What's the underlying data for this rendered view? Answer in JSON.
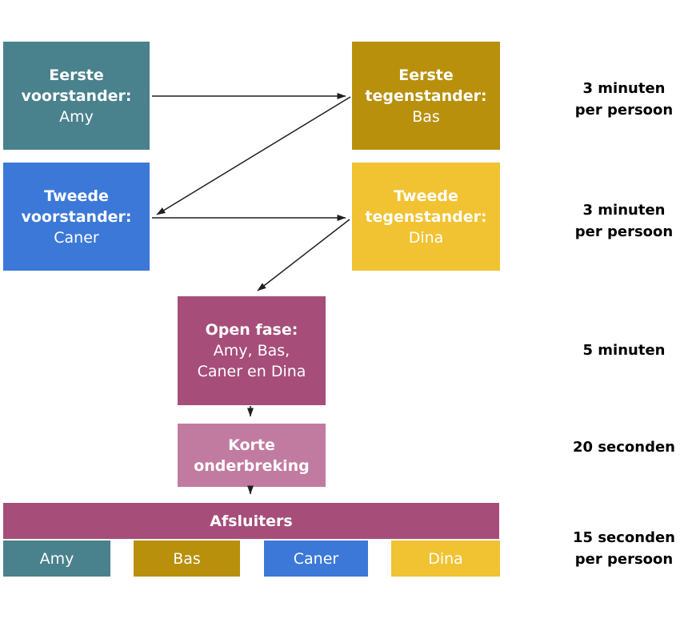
{
  "boxes": {
    "eerste_voorstander": {
      "role": "Eerste voorstander:",
      "name": "Amy"
    },
    "eerste_tegenstander": {
      "role": "Eerste tegenstander:",
      "name": "Bas"
    },
    "tweede_voorstander": {
      "role": "Tweede voorstander:",
      "name": "Caner"
    },
    "tweede_tegenstander": {
      "role": "Tweede tegenstander:",
      "name": "Dina"
    },
    "open_fase": {
      "role": "Open fase:",
      "participants_line1": "Amy, Bas,",
      "participants_line2": "Caner en Dina"
    },
    "korte_onderbreking": {
      "label": "Korte onderbreking"
    },
    "afsluiters": {
      "label": "Afsluiters",
      "speakers": [
        "Amy",
        "Bas",
        "Caner",
        "Dina"
      ]
    }
  },
  "timings": [
    {
      "lines": [
        "3 minuten",
        "per persoon"
      ]
    },
    {
      "lines": [
        "3 minuten",
        "per persoon"
      ]
    },
    {
      "lines": [
        "5 minuten"
      ]
    },
    {
      "lines": [
        "20 seconden"
      ]
    },
    {
      "lines": [
        "15 seconden",
        "per persoon"
      ]
    }
  ],
  "colors": {
    "teal": "#49818D",
    "gold": "#B8900C",
    "blue": "#3C78D8",
    "yellow": "#F1C232",
    "magenta": "#A64D79",
    "pink": "#C27BA0",
    "arrow": "#1F1F1F",
    "label_text": "#000000",
    "box_text": "#FFFFFF"
  }
}
